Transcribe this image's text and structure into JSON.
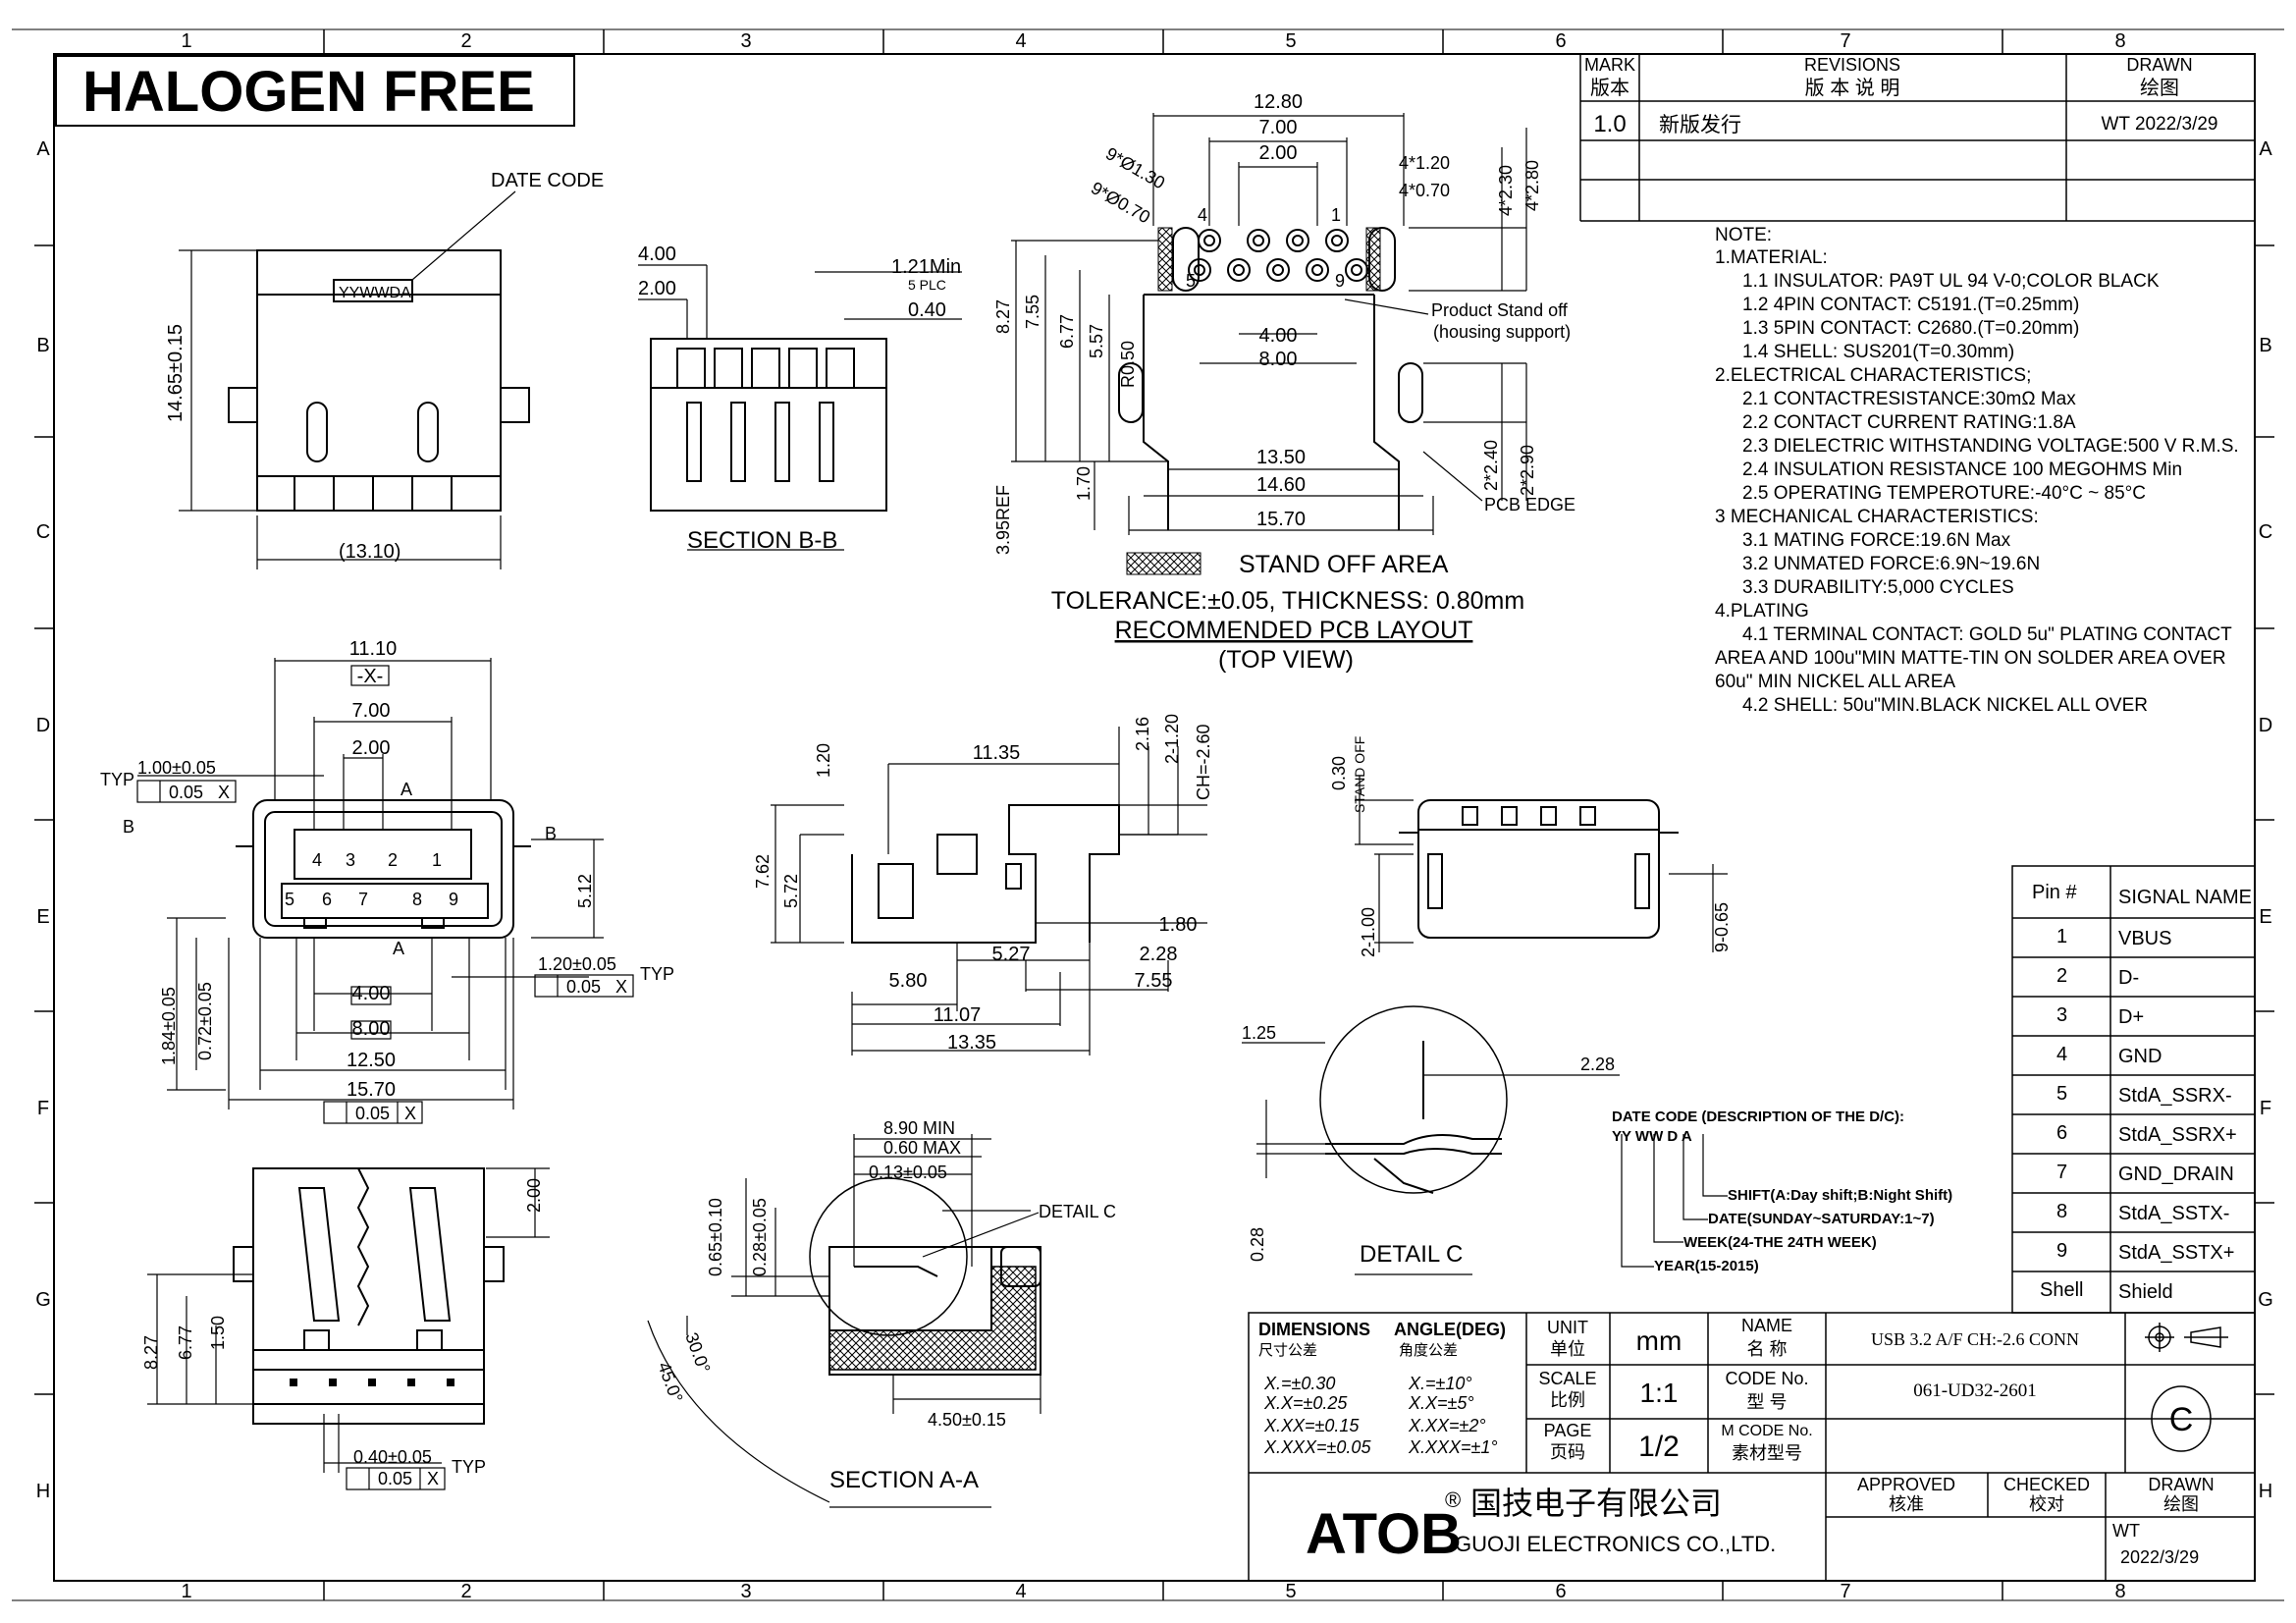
{
  "header": {
    "halogen_free": "HALOGEN FREE",
    "revisions": {
      "mark_en": "MARK",
      "mark_cn": "版本",
      "revisions_en": "REVISIONS",
      "revisions_cn": "版 本 说 明",
      "drawn_en": "DRAWN",
      "drawn_cn": "绘图",
      "rows": [
        {
          "mark": "1.0",
          "desc": "新版发行",
          "drawn": "WT 2022/3/29"
        }
      ]
    }
  },
  "grid": {
    "columns": [
      "1",
      "2",
      "3",
      "4",
      "5",
      "6",
      "7",
      "8"
    ],
    "rows": [
      "A",
      "B",
      "C",
      "D",
      "E",
      "F",
      "G",
      "H"
    ]
  },
  "front_view": {
    "date_code_label": "DATE CODE",
    "date_code_text": "YYWWDA",
    "height_dim": "14.65±0.15",
    "width_dim": "(13.10)"
  },
  "section_bb": {
    "title": "SECTION  B-B",
    "dims": [
      "4.00",
      "2.00",
      "1.21Min",
      "5 PLC",
      "0.40"
    ]
  },
  "pcb_layout": {
    "dims_top": [
      "12.80",
      "7.00",
      "2.00"
    ],
    "dims_left": [
      "9*Ø1.30",
      "9*Ø0.70",
      "8.27",
      "7.55",
      "6.77",
      "5.57",
      "R0.50",
      "1.70",
      "3.95REF"
    ],
    "dims_right": [
      "4*1.20",
      "4*0.70",
      "4*2.30",
      "4*2.80",
      "2*2.40",
      "2*2.90"
    ],
    "dims_inner": [
      "4.00",
      "8.00"
    ],
    "dims_bottom": [
      "13.50",
      "14.60",
      "15.70"
    ],
    "pin_labels": [
      "4",
      "1",
      "5",
      "9"
    ],
    "stand_off_note": "Product Stand off",
    "stand_off_note2": "(housing support)",
    "pcb_edge": "PCB EDGE",
    "legend": "STAND OFF AREA",
    "tolerance": "TOLERANCE:±0.05, THICKNESS: 0.80mm",
    "title": "RECOMMENDED PCB LAYOUT",
    "subtitle": "(TOP VIEW)"
  },
  "notes": [
    "NOTE:",
    "1.MATERIAL:",
    "1.1 INSULATOR: PA9T UL 94 V-0;COLOR BLACK",
    "1.2 4PIN CONTACT: C5191.(T=0.25mm)",
    "1.3 5PIN CONTACT: C2680.(T=0.20mm)",
    "1.4 SHELL: SUS201(T=0.30mm)",
    "2.ELECTRICAL CHARACTERISTICS;",
    "2.1 CONTACTRESISTANCE:30mΩ Max",
    "2.2 CONTACT CURRENT RATING:1.8A",
    "2.3 DIELECTRIC WITHSTANDING VOLTAGE:500 V R.M.S.",
    "2.4 INSULATION RESISTANCE 100 MEGOHMS Min",
    "2.5 OPERATING TEMPEROTURE:-40°C ~ 85°C",
    "3 MECHANICAL CHARACTERISTICS:",
    "3.1 MATING FORCE:19.6N Max",
    "3.2 UNMATED FORCE:6.9N~19.6N",
    "3.3 DURABILITY:5,000 CYCLES",
    "4.PLATING",
    "4.1 TERMINAL CONTACT: GOLD 5u\" PLATING CONTACT",
    "AREA AND 100u\"MIN MATTE-TIN ON SOLDER AREA OVER",
    "60u\" MIN NICKEL ALL AREA",
    "4.2 SHELL: 50u\"MIN.BLACK NICKEL ALL OVER"
  ],
  "mating_face": {
    "dims": [
      "11.10",
      "7.00",
      "2.00",
      "1.00±0.05",
      "0.05",
      "5.12",
      "1.20±0.05",
      "0.05",
      "4.00",
      "8.00",
      "12.50",
      "15.70",
      "0.05",
      "1.84±0.05",
      "0.72±0.05"
    ],
    "datum_x": "-X-",
    "typ": "TYP",
    "x": "X",
    "a": "A",
    "b": "B",
    "pin_top": [
      "4",
      "3",
      "2",
      "1"
    ],
    "pin_bottom": [
      "5",
      "6",
      "7",
      "8",
      "9"
    ]
  },
  "side_view": {
    "dims": [
      "11.35",
      "1.20",
      "2.16",
      "2-1.20",
      "CH=-2.60",
      "7.62",
      "5.72",
      "1.80",
      "5.27",
      "2.28",
      "5.80",
      "7.55",
      "11.07",
      "13.35"
    ]
  },
  "rear_view": {
    "dims": [
      "0.30",
      "STAND OFF",
      "2-1.00",
      "9-0.65"
    ]
  },
  "detail_c": {
    "title": "DETAIL C",
    "dims": [
      "1.25",
      "2.28",
      "0.28"
    ]
  },
  "date_code_desc": {
    "title": "DATE CODE (DESCRIPTION OF THE D/C):",
    "codes": "YY WW D A",
    "lines": [
      "SHIFT(A:Day shift;B:Night Shift)",
      "DATE(SUNDAY~SATURDAY:1~7)",
      "WEEK(24-THE 24TH WEEK)",
      "YEAR(15-2015)"
    ]
  },
  "section_aa": {
    "title": "SECTION  A-A",
    "detail_label": "DETAIL  C",
    "dims": [
      "8.90 MIN",
      "0.60 MAX",
      "0.13±0.05",
      "0.65±0.10",
      "0.28±0.05",
      "30.0°",
      "45.0°",
      "4.50±0.15"
    ]
  },
  "bottom_view": {
    "dims": [
      "2.00",
      "8.27",
      "6.77",
      "1.50",
      "0.40±0.05",
      "0.05"
    ],
    "typ": "TYP",
    "x": "X"
  },
  "pin_table": {
    "headers": [
      "Pin #",
      "SIGNAL NAME"
    ],
    "rows": [
      [
        "1",
        "VBUS"
      ],
      [
        "2",
        "D-"
      ],
      [
        "3",
        "D+"
      ],
      [
        "4",
        "GND"
      ],
      [
        "5",
        "StdA_SSRX-"
      ],
      [
        "6",
        "StdA_SSRX+"
      ],
      [
        "7",
        "GND_DRAIN"
      ],
      [
        "8",
        "StdA_SSTX-"
      ],
      [
        "9",
        "StdA_SSTX+"
      ],
      [
        "Shell",
        "Shield"
      ]
    ]
  },
  "title_block": {
    "dimensions_en": "DIMENSIONS",
    "dimensions_cn": "尺寸公差",
    "angle_en": "ANGLE(DEG)",
    "angle_cn": "角度公差",
    "tol_lin": [
      "X.=±0.30",
      "X.X=±0.25",
      "X.XX=±0.15",
      "X.XXX=±0.05"
    ],
    "tol_ang": [
      "X.=±10°",
      "X.X=±5°",
      "X.XX=±2°",
      "X.XXX=±1°"
    ],
    "unit_en": "UNIT",
    "unit_cn": "单位",
    "unit_val": "mm",
    "scale_en": "SCALE",
    "scale_cn": "比例",
    "scale_val": "1:1",
    "page_en": "PAGE",
    "page_cn": "页码",
    "page_val": "1/2",
    "name_en": "NAME",
    "name_cn": "名   称",
    "name_val": "USB 3.2 A/F CH:-2.6 CONN",
    "code_en": "CODE No.",
    "code_cn": "型   号",
    "code_val": "061-UD32-2601",
    "mcode_en": "M CODE No.",
    "mcode_cn": "素材型号",
    "approved_en": "APPROVED",
    "approved_cn": "核准",
    "checked_en": "CHECKED",
    "checked_cn": "校对",
    "drawn_en": "DRAWN",
    "drawn_cn": "绘图",
    "drawn_by": "WT",
    "drawn_date": "2022/3/29",
    "company_logo": "ATOB",
    "reg_mark": "®",
    "company_cn": "国技电子有限公司",
    "company_en": "GUOJI ELECTRONICS CO.,LTD.",
    "copyright": "C"
  }
}
